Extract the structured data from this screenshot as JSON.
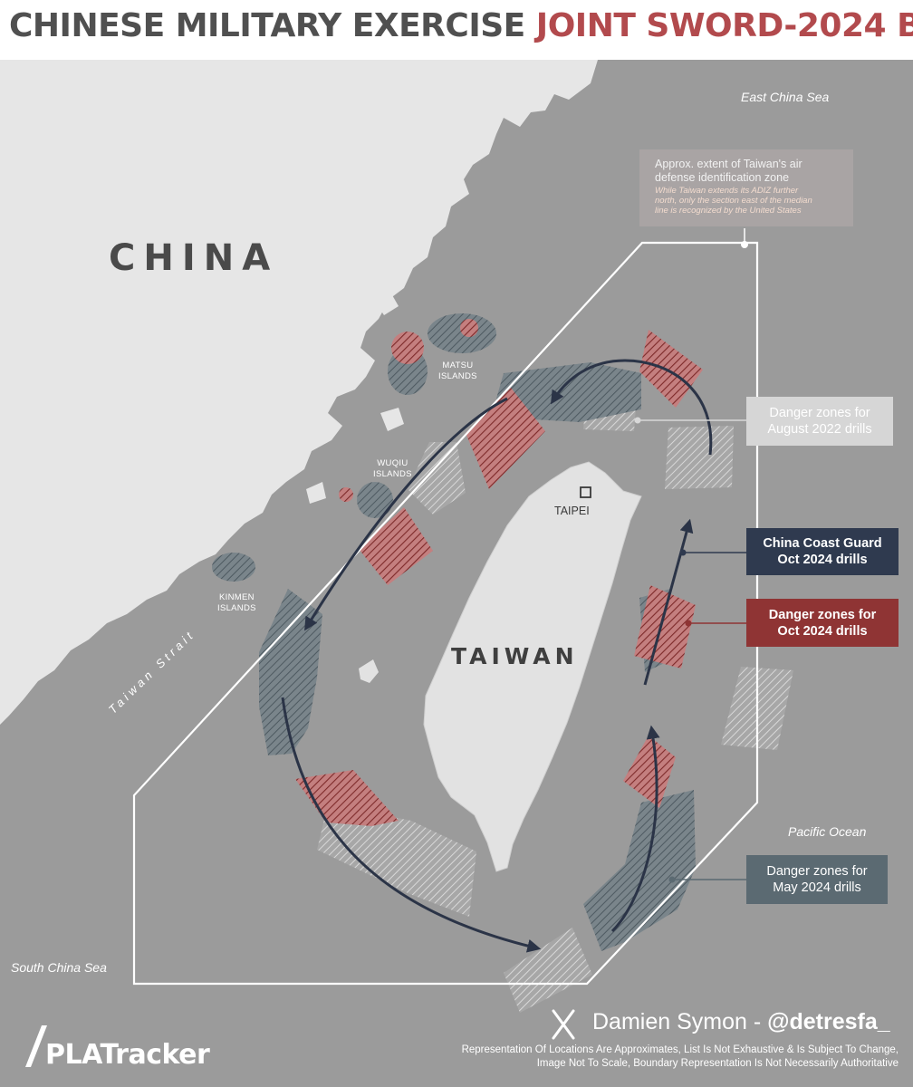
{
  "title": {
    "part1": "CHINESE MILITARY EXERCISE",
    "part2": "JOINT SWORD-2024 B"
  },
  "colors": {
    "title_gray": "#505050",
    "title_red": "#b24a4d",
    "sea": "#9b9b9b",
    "land": "#e6e6e6",
    "oct2024_red": "#8f3434",
    "coast_guard_navy": "#2f3a4f",
    "may2024_slate": "#5b6a72",
    "aug2022_light": "#d2d2d2"
  },
  "labels": {
    "china": "CHINA",
    "taiwan": "TAIWAN",
    "taipei": "TAIPEI",
    "east_china_sea": "East China Sea",
    "south_china_sea": "South China Sea",
    "pacific_ocean": "Pacific Ocean",
    "taiwan_strait": "Taiwan Strait",
    "matsu": [
      "MATSU",
      "ISLANDS"
    ],
    "wuqiu": [
      "WUQIU",
      "ISLANDS"
    ],
    "kinmen": [
      "KINMEN",
      "ISLANDS"
    ]
  },
  "adiz_note": {
    "heading": [
      "Approx. extent of Taiwan's air",
      "defense identification zone"
    ],
    "italic": [
      "While Taiwan extends its ADIZ further",
      "north, only the section east of the median",
      "line is recognized by the United States"
    ]
  },
  "legend": [
    {
      "lines": [
        "Danger zones for",
        "August 2022 drills"
      ],
      "icon": "light-hatch-swatch"
    },
    {
      "lines": [
        "China Coast Guard",
        "Oct 2024 drills"
      ],
      "icon": "navy-arrow"
    },
    {
      "lines": [
        "Danger zones for",
        "Oct 2024 drills"
      ],
      "icon": "red-hatch-swatch"
    },
    {
      "lines": [
        "Danger zones for",
        "May 2024 drills"
      ],
      "icon": "slate-hatch-swatch"
    }
  ],
  "credit": {
    "author": "Damien Symon - ",
    "handle": "@detresfa_",
    "brand": "PLATracker",
    "disclaimer": [
      "Representation Of Locations Are Approximates, List Is Not Exhaustive & Is Subject To Change,",
      "Image Not To Scale, Boundary Representation Is Not Necessarily Authoritative"
    ]
  }
}
